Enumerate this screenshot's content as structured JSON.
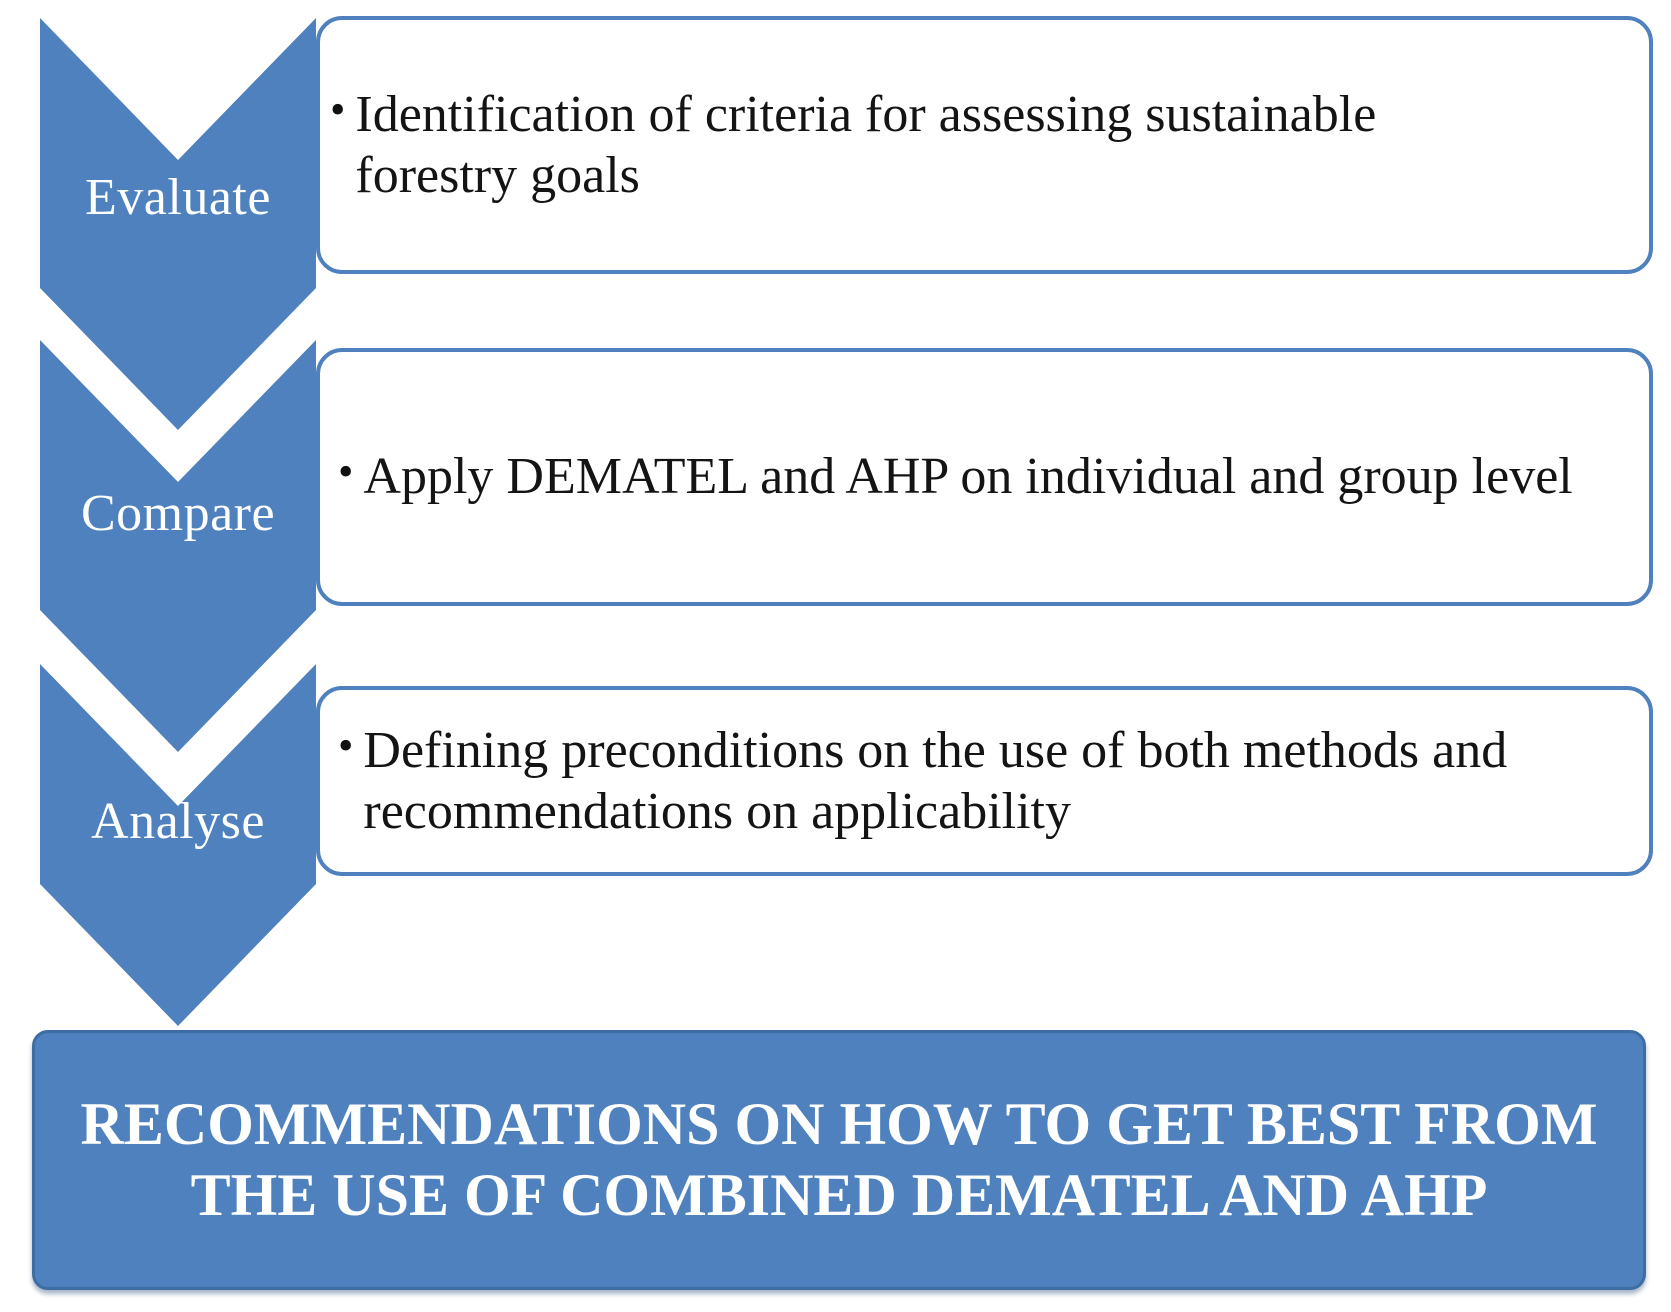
{
  "diagram": {
    "title_banner": {
      "lines": [
        "RECOMMENDATIONS ON HOW TO GET BEST FROM",
        "THE USE OF COMBINED DEMATEL AND AHP"
      ],
      "background_color": "#4E81BD",
      "text_color": "#FFFFFF"
    },
    "accent_color": "#4E81BD",
    "bullet_glyph": "•",
    "steps": [
      {
        "label": "Evaluate",
        "bullets": [
          "Identification of criteria for assessing sustainable forestry goals"
        ]
      },
      {
        "label": "Compare",
        "bullets": [
          "Apply DEMATEL and AHP on individual and group level"
        ]
      },
      {
        "label": "Analyse",
        "bullets": [
          "Defining preconditions on the use of both methods and recommendations on applicability"
        ]
      }
    ]
  }
}
